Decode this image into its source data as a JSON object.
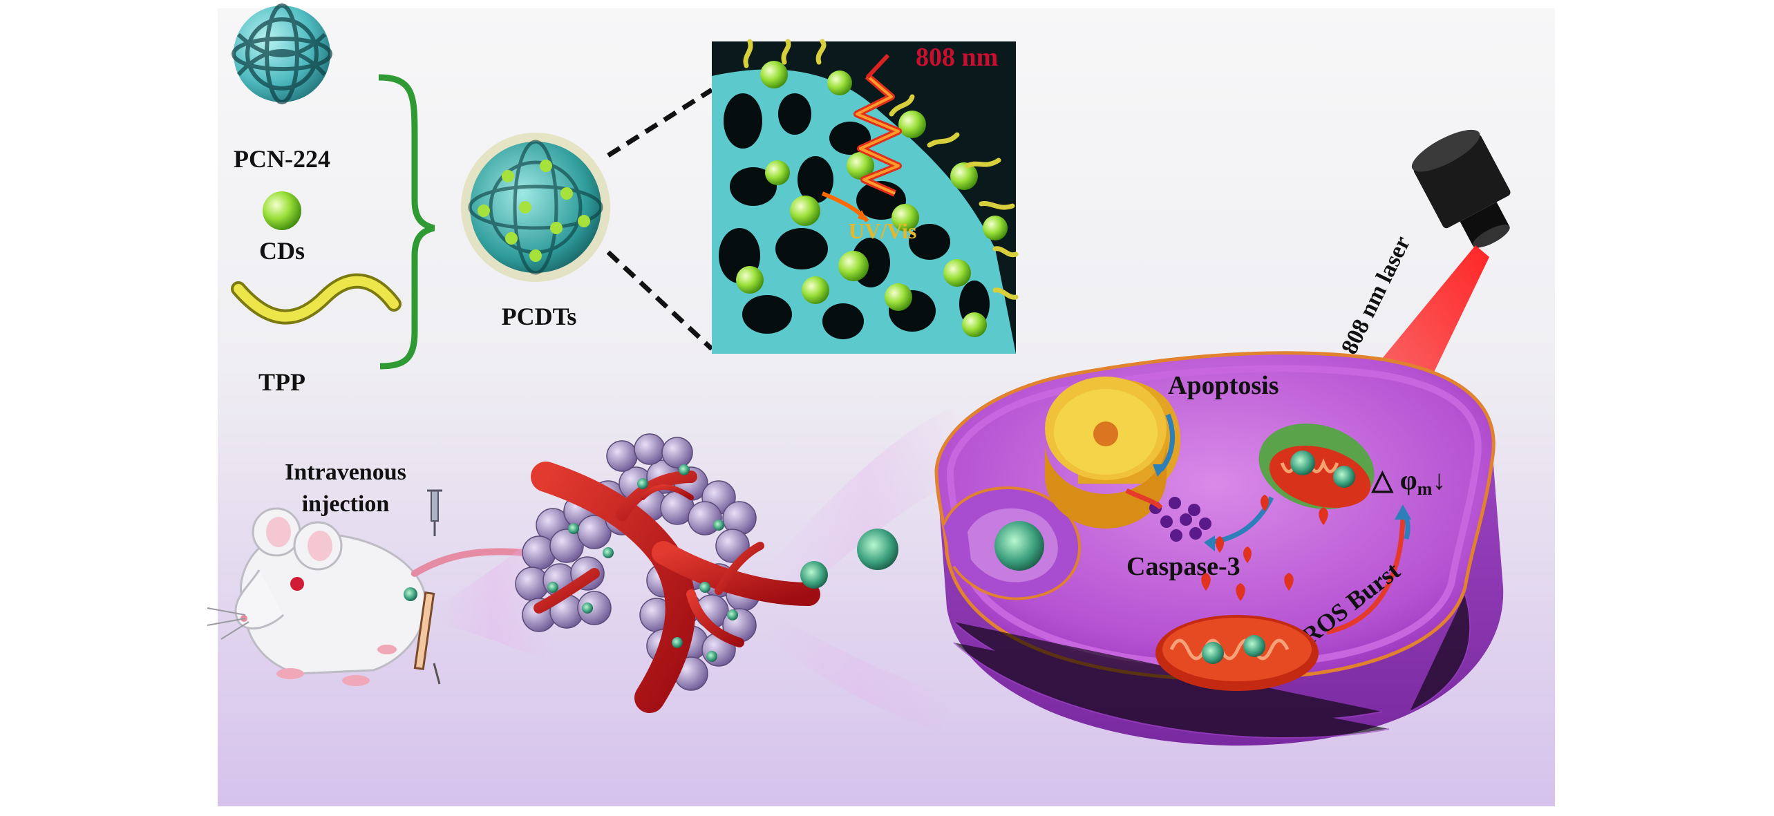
{
  "labels": {
    "pcn224": "PCN-224",
    "cds": "CDs",
    "tpp": "TPP",
    "pcdts": "PCDTs",
    "nm808": "808 nm",
    "uvvis": "UV/Vis",
    "laser": "808 nm laser",
    "apoptosis": "Apoptosis",
    "caspase": "Caspase-3",
    "ros": "ROS Burst",
    "delta": "△ φ",
    "delta_sub": "m",
    "arrow_down": "↓",
    "iv1": "Intravenous",
    "iv2": "injection"
  },
  "colors": {
    "background_top": "#f4f4f6",
    "background_bottom": "#d9c6ee",
    "mof_cyan": "#5cc9cc",
    "cd_green": "#7ed321",
    "tpp_yellow": "#e8e23a",
    "label_red": "#c8102e",
    "cell_purple": "#b04fd0",
    "vessel_red": "#c0161c",
    "mito_red": "#d8321a"
  }
}
